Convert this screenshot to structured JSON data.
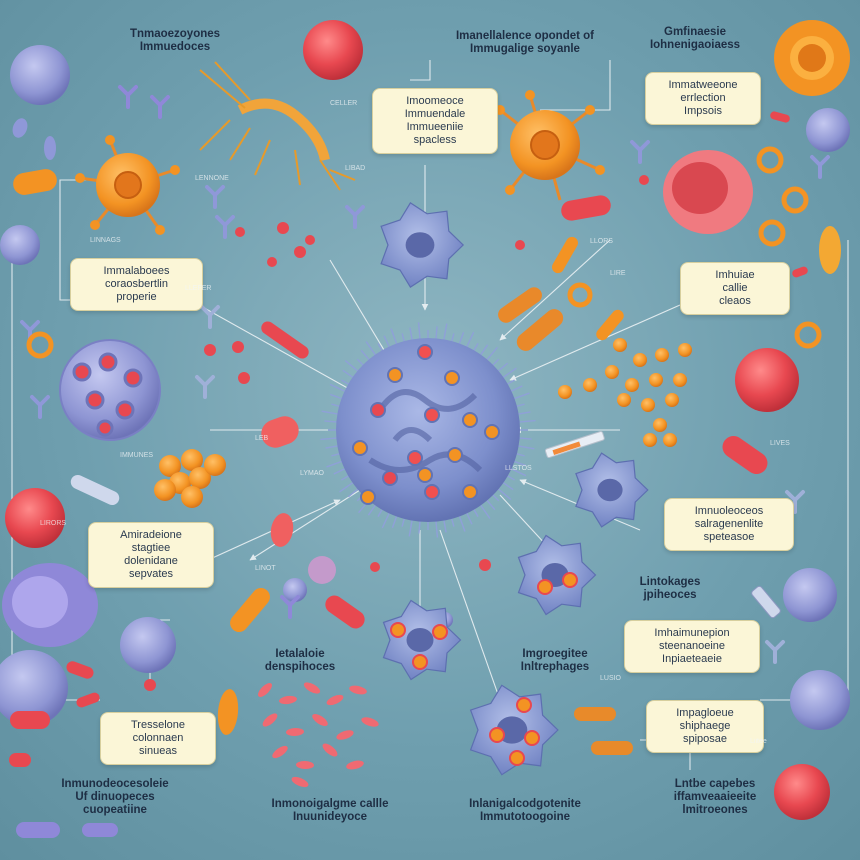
{
  "palette": {
    "background": "#6f9faf",
    "label_bg": "#fbf6d7",
    "red_cell": "#e74a4f",
    "orange_cell": "#f39323",
    "purple_cell": "#8f98d8",
    "macrophage": "#8fa6d6"
  },
  "labels": {
    "top_left": "Tnmaoezoyones\nImmuedoces",
    "top_center": "Imanellalence opondet of\nImmugalige soyanle",
    "top_right": "Gmfinaesie\nIohnenigaoiaess",
    "box_center_top": "Imoomeoce\nImmuendale\nImmueeniie\nspacless",
    "box_top_right": "Immatweeone\nerrlection\nImpsois",
    "box_left_mid": "Immalaboees\ncoraosbertlin\nproperie",
    "box_right_mid": "Imhuiae\ncallie\ncleaos",
    "box_left_low": "Amiradeione\nstagtiee\ndolenidane\nsepvates",
    "box_right_low": "Imnuoleoceos\nsalragenenlite\nspeteasoe",
    "plain_right_lymph": "Lintokages\njpiheoces",
    "plain_center_left": "Ietalaloie\ndenspihoces",
    "plain_center_right": "Imgroegitee\nInltrephages",
    "box_right_lower": "Imhaimunepion\nsteenanoeine\nInpiaeteaeie",
    "box_left_bottom": "Tresselone\ncolonnaen\nsinueas",
    "box_right_bottom": "Impagloeue\nshiphaege\nspiposae",
    "bottom_left": "Inmunodeocesoleie\nUf dinuopeces\ncuopeatiine",
    "bottom_center_left": "Inmonoigalgme callle\nInuunideyoce",
    "bottom_center": "Inlanigalcodgotenite\nImmutotoogoine",
    "bottom_right": "Lntbe capebes\niffamveaaieeite\nlmitroeones"
  },
  "tiny_labels": [
    "LINNAGS",
    "CELLER",
    "Liitee",
    "LLORS",
    "LIRE",
    "LEB",
    "IMMUNES",
    "LINOT",
    "LLSTOS",
    "LIVES",
    "LIBAD",
    "LLEFER",
    "LUSIO",
    "LIRORS",
    "LENNONE",
    "LYMAO"
  ],
  "icons": {
    "hub": "macrophage-hub-icon",
    "bacteria": "bacteria-icon",
    "red_cell": "red-blood-cell-icon",
    "lymphocyte": "lymphocyte-icon",
    "dendritic": "dendritic-cell-icon",
    "shrimp": "crustacean-icon",
    "syringe": "syringe-icon",
    "antibody": "antibody-icon"
  }
}
